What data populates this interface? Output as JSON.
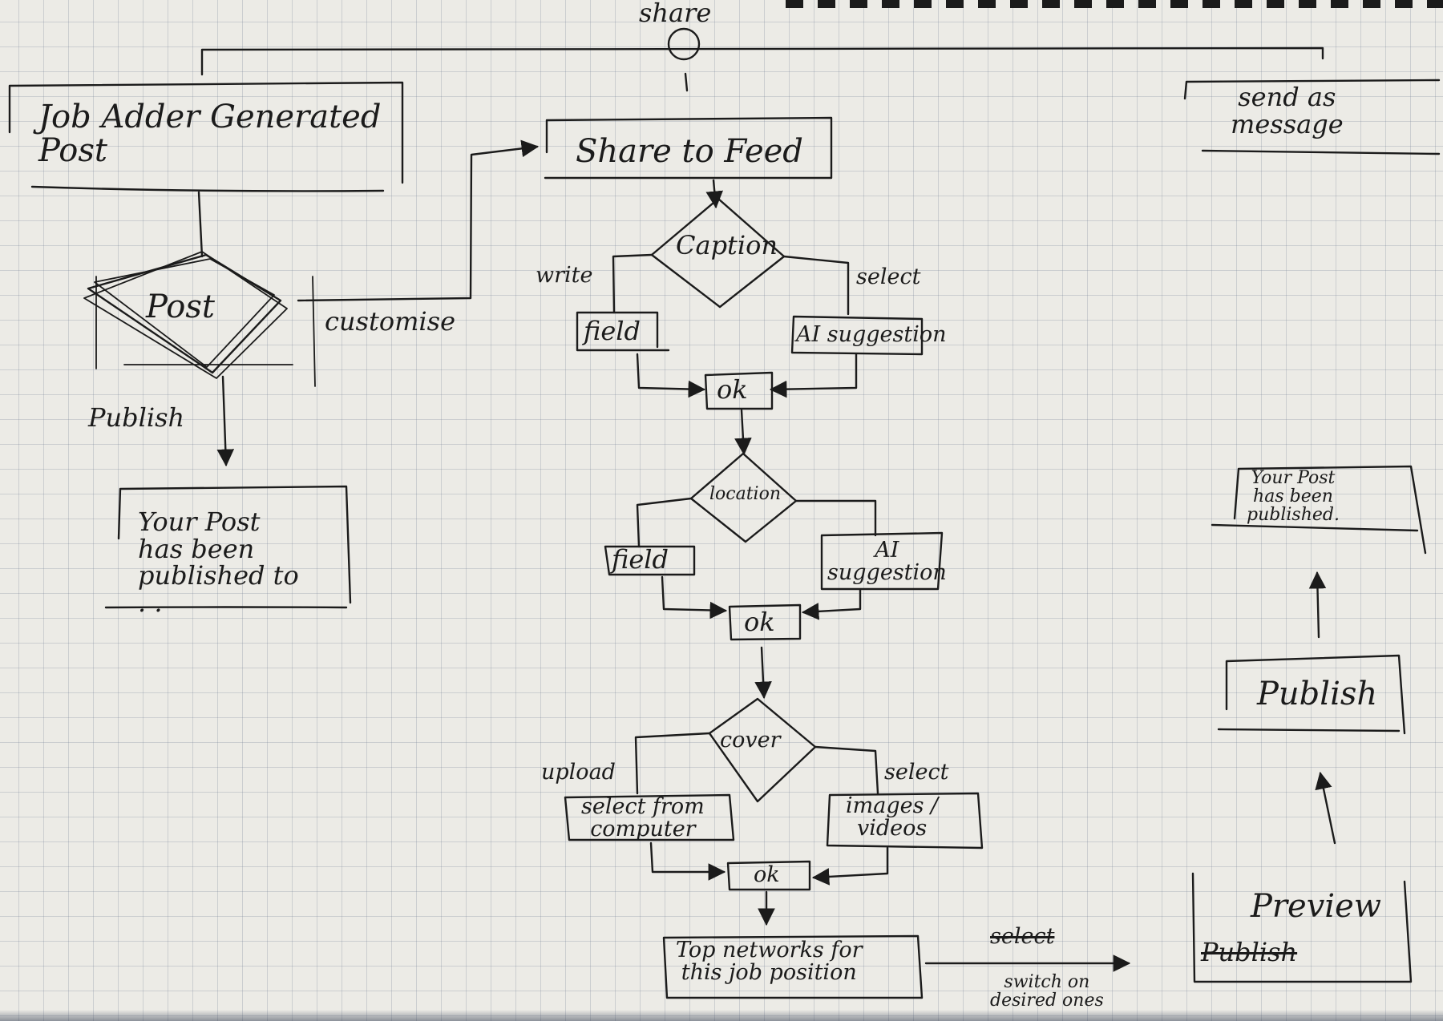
{
  "diagram": {
    "top": {
      "share": "share"
    },
    "left_branch": {
      "job_adder": "Job Adder Generated\nPost",
      "post": "Post",
      "customise": "customise",
      "publish": "Publish",
      "published_msg": "Your Post\nhas been\npublished to\n. ."
    },
    "center_branch": {
      "share_to_feed": "Share to Feed",
      "caption": "Caption",
      "write": "write",
      "select_caption": "select",
      "caption_field": "field",
      "caption_ai": "AI suggestion",
      "ok_1": "ok",
      "location": "location",
      "location_field": "field",
      "location_ai": "AI\nsuggestion",
      "ok_2": "ok",
      "cover": "cover",
      "upload": "upload",
      "select_cover": "select",
      "select_from_computer": "select from\ncomputer",
      "images_videos": "images /\nvideos",
      "ok_3": "ok",
      "top_networks": "Top networks for\nthis job position",
      "select_struck": "select",
      "switch_on": "switch on\ndesired ones"
    },
    "right_branch": {
      "send_as_message": "send as\nmessage",
      "published_msg": "Your Post\nhas been\npublished.",
      "publish": "Publish",
      "preview": "Preview",
      "publish_struck": "Publish"
    }
  }
}
